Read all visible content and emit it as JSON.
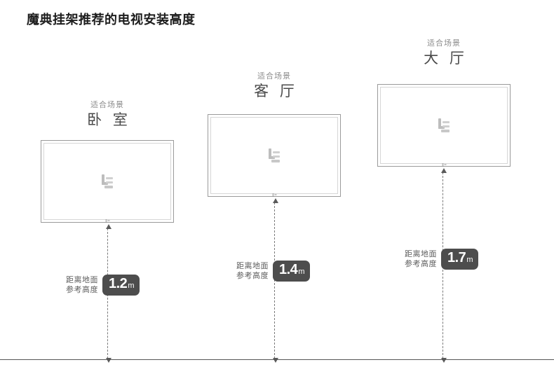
{
  "page": {
    "title": "魔典挂架推荐的电视安装高度",
    "background_color": "#ffffff",
    "floor_label": "floor-line"
  },
  "colors": {
    "title_text": "#1d1d1d",
    "caption_sub_text": "#8c8c8c",
    "caption_main_text": "#4a4a4a",
    "badge_background": "#4d4d4d",
    "badge_text": "#ffffff",
    "tv_border": "#9a9a9a",
    "dimension_line": "#7a7a7a",
    "floor_line": "#555555"
  },
  "scenes": [
    {
      "id": "bedroom",
      "caption_sub": "适合场景",
      "caption_main": "卧 室",
      "tv_logo_name": "brand-logo",
      "measure_line1": "距离地面",
      "measure_line2": "参考高度",
      "height_value": "1.2",
      "height_unit": "m"
    },
    {
      "id": "living-room",
      "caption_sub": "适合场景",
      "caption_main": "客 厅",
      "tv_logo_name": "brand-logo",
      "measure_line1": "距离地面",
      "measure_line2": "参考高度",
      "height_value": "1.4",
      "height_unit": "m"
    },
    {
      "id": "hall",
      "caption_sub": "适合场景",
      "caption_main": "大 厅",
      "tv_logo_name": "brand-logo",
      "measure_line1": "距离地面",
      "measure_line2": "参考高度",
      "height_value": "1.7",
      "height_unit": "m"
    }
  ],
  "chart_data": {
    "type": "bar",
    "title": "魔典挂架推荐的电视安装高度",
    "categories": [
      "卧 室",
      "客 厅",
      "大 厅"
    ],
    "values": [
      1.2,
      1.4,
      1.7
    ],
    "xlabel": "适合场景",
    "ylabel": "距离地面参考高度 (m)",
    "ylim": [
      0,
      2
    ],
    "unit": "m",
    "legend": "none",
    "grid": false
  }
}
